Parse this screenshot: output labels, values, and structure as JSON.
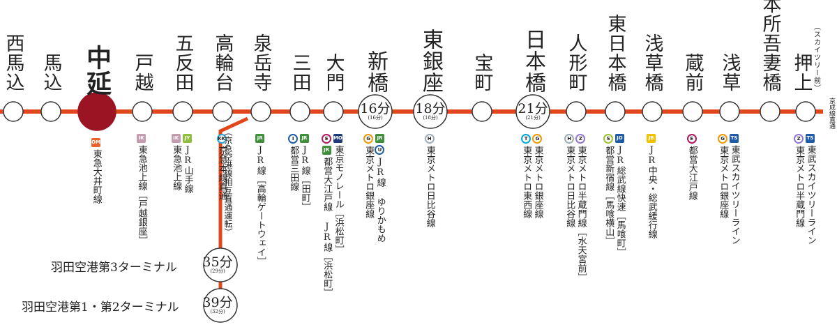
{
  "colors": {
    "line": "#e2471c",
    "station_fill": "#ffffff",
    "station_stroke": "#333333",
    "home_station": "#9b1423"
  },
  "stations": [
    {
      "name": "西馬込",
      "size": "s",
      "lines": []
    },
    {
      "name": "馬込",
      "size": "s",
      "lines": []
    },
    {
      "name": "中延",
      "size": "l",
      "home": true,
      "lines": [
        {
          "badges": [
            {
              "code": "OM",
              "color": "#e8642b",
              "shape": "square"
            }
          ],
          "text": "東急大井町線"
        }
      ]
    },
    {
      "name": "戸越",
      "size": "s",
      "lines": [
        {
          "badges": [
            {
              "code": "IK",
              "color": "#c59bb0",
              "shape": "square"
            }
          ],
          "text": "東急池上線［戸越銀座］"
        }
      ]
    },
    {
      "name": "五反田",
      "size": "s",
      "lines": [
        {
          "badges": [
            {
              "code": "JY",
              "color": "#8fbe3c",
              "shape": "square"
            }
          ],
          "text": "JR山手線"
        },
        {
          "badges": [
            {
              "code": "IK",
              "color": "#c59bb0",
              "shape": "square"
            }
          ],
          "text": "東急池上線"
        }
      ]
    },
    {
      "name": "高輪台",
      "size": "s",
      "lines": [
        {
          "badges": [
            {
              "code": "KK",
              "color": "#2aa0d8",
              "shape": "circle"
            }
          ],
          "text": "京急本線直通"
        }
      ]
    },
    {
      "name": "泉岳寺",
      "size": "s",
      "lines": [
        {
          "badges": [
            {
              "code": "JR",
              "color": "#3f8f3b",
              "shape": "square"
            }
          ],
          "text": "JR線［高輪ゲートウェイ］"
        }
      ]
    },
    {
      "name": "三田",
      "size": "s",
      "lines": [
        {
          "badges": [
            {
              "code": "JR",
              "color": "#3f8f3b",
              "shape": "square"
            }
          ],
          "text": "JR線［田町］"
        },
        {
          "badges": [
            {
              "code": "I",
              "color": "#1e5ba8",
              "shape": "circle"
            }
          ],
          "text": "都営三田線"
        }
      ]
    },
    {
      "name": "大門",
      "size": "s",
      "lines": [
        {
          "badges": [
            {
              "code": "MO",
              "color": "#1e3a7b",
              "shape": "square"
            }
          ],
          "text": "東京モノレール［浜松町］"
        },
        {
          "badges": [
            {
              "code": "E",
              "color": "#b0195e",
              "shape": "circle"
            },
            {
              "code": "JR",
              "color": "#3f8f3b",
              "shape": "square"
            }
          ],
          "text": "都営大江戸線 JR線［浜松町］"
        }
      ]
    },
    {
      "name": "新橋",
      "size": "m",
      "time": "16分",
      "time_sub": "(16分)",
      "lines": [
        {
          "badges": [
            {
              "code": "JR",
              "color": "#3f8f3b",
              "shape": "square"
            },
            {
              "code": "U",
              "color": "#1e5ba8",
              "shape": "circle"
            }
          ],
          "text": "JR線 ゆりかもめ"
        },
        {
          "badges": [
            {
              "code": "G",
              "color": "#f39700",
              "shape": "circle"
            }
          ],
          "text": "東京メトロ銀座線"
        }
      ]
    },
    {
      "name": "東銀座",
      "size": "m",
      "time": "18分",
      "time_sub": "(18分)",
      "lines": [
        {
          "badges": [
            {
              "code": "H",
              "color": "#9caeb7",
              "shape": "circle"
            }
          ],
          "text": "東京メトロ日比谷線"
        }
      ]
    },
    {
      "name": "宝町",
      "size": "s",
      "lines": []
    },
    {
      "name": "日本橋",
      "size": "m",
      "time": "21分",
      "time_sub": "(21分)",
      "lines": [
        {
          "badges": [
            {
              "code": "G",
              "color": "#f39700",
              "shape": "circle"
            }
          ],
          "text": "東京メトロ銀座線"
        },
        {
          "badges": [
            {
              "code": "T",
              "color": "#00a7db",
              "shape": "circle"
            }
          ],
          "text": "東京メトロ東西線"
        }
      ]
    },
    {
      "name": "人形町",
      "size": "s",
      "lines": [
        {
          "badges": [
            {
              "code": "Z",
              "color": "#8f76d6",
              "shape": "circle"
            }
          ],
          "text": "東京メトロ半蔵門線［水天宮前］"
        },
        {
          "badges": [
            {
              "code": "H",
              "color": "#9caeb7",
              "shape": "circle"
            }
          ],
          "text": "東京メトロ日比谷線"
        }
      ]
    },
    {
      "name": "東日本橋",
      "size": "s",
      "lines": [
        {
          "badges": [
            {
              "code": "JO",
              "color": "#1e5ba8",
              "shape": "square"
            }
          ],
          "text": "JR総武線快速［馬喰町］"
        },
        {
          "badges": [
            {
              "code": "S",
              "color": "#9bc22f",
              "shape": "circle"
            }
          ],
          "text": "都営新宿線［馬喰横山］"
        }
      ]
    },
    {
      "name": "浅草橋",
      "size": "s",
      "lines": [
        {
          "badges": [
            {
              "code": "JB",
              "color": "#f2c100",
              "shape": "square"
            }
          ],
          "text": "JR中央・総武緩行線"
        }
      ]
    },
    {
      "name": "蔵前",
      "size": "s",
      "lines": [
        {
          "badges": [
            {
              "code": "E",
              "color": "#b0195e",
              "shape": "circle"
            }
          ],
          "text": "都営大江戸線"
        }
      ]
    },
    {
      "name": "浅草",
      "size": "s",
      "lines": [
        {
          "badges": [
            {
              "code": "TS",
              "color": "#1e5ba8",
              "shape": "square"
            }
          ],
          "text": "東武スカイツリーライン"
        },
        {
          "badges": [
            {
              "code": "G",
              "color": "#f39700",
              "shape": "circle"
            }
          ],
          "text": "東京メトロ銀座線"
        }
      ]
    },
    {
      "name": "本所吾妻橋",
      "size": "s",
      "lines": []
    },
    {
      "name": "押上",
      "size": "s",
      "name_note": "（スカイツリー前）",
      "lines": [
        {
          "badges": [
            {
              "code": "TS",
              "color": "#1e5ba8",
              "shape": "square"
            }
          ],
          "text": "東武スカイツリーライン"
        },
        {
          "badges": [
            {
              "code": "Z",
              "color": "#8f76d6",
              "shape": "circle"
            }
          ],
          "text": "東京メトロ半蔵門線"
        }
      ]
    }
  ],
  "through_note": "京成線直通",
  "branch_note": "（京急空港線相互直通運転）",
  "terminals": [
    {
      "label": "羽田空港第3ターミナル",
      "time": "35分",
      "time_sub": "(29分)"
    },
    {
      "label": "羽田空港第1・第2ターミナル",
      "time": "39分",
      "time_sub": "(32分)"
    }
  ]
}
